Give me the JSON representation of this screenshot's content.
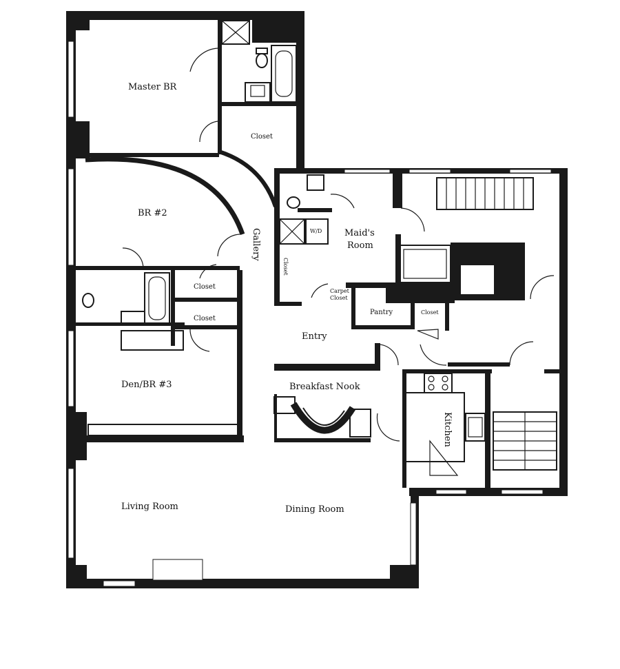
{
  "plan": {
    "rooms": {
      "master_br": "Master BR",
      "closet_master": "Closet",
      "br2": "BR #2",
      "gallery": "Gallery",
      "closet_upper": "Closet",
      "closet_lower": "Closet",
      "den_br3": "Den/BR #3",
      "maids_room_line1": "Maid's",
      "maids_room_line2": "Room",
      "wd": "W/D",
      "closet_maid": "Closet",
      "carpet_closet_line1": "Carpet",
      "carpet_closet_line2": "Closet",
      "pantry": "Pantry",
      "closet_pantry": "Closet",
      "entry": "Entry",
      "breakfast_nook": "Breakfast Nook",
      "kitchen": "Kitchen",
      "living_room": "Living Room",
      "dining_room": "Dining Room"
    }
  }
}
